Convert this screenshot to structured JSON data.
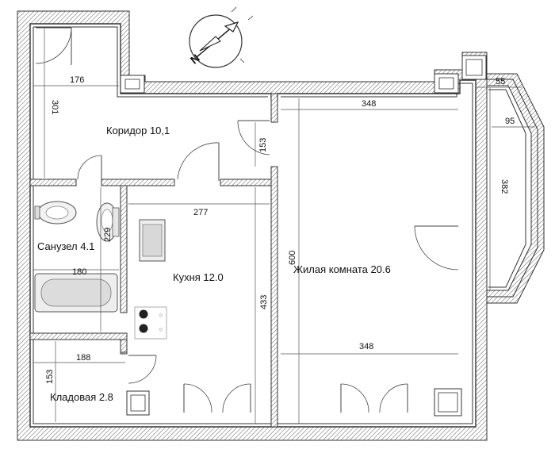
{
  "rooms": {
    "corridor": "Коридор 10,1",
    "bathroom": "Санузел 4.1",
    "kitchen": "Кухня 12.0",
    "living": "Жилая комната 20.6",
    "storage": "Кладовая 2.8"
  },
  "dimensions": {
    "d176": "176",
    "d301": "301",
    "d348_top": "348",
    "d55": "55",
    "d95": "95",
    "d382": "382",
    "d153_corridor": "153",
    "d277": "277",
    "d229": "229",
    "d180": "180",
    "d600": "600",
    "d433": "433",
    "d348_bottom": "348",
    "d188": "188",
    "d153_storage": "153"
  },
  "compass": {
    "letter": "N"
  }
}
